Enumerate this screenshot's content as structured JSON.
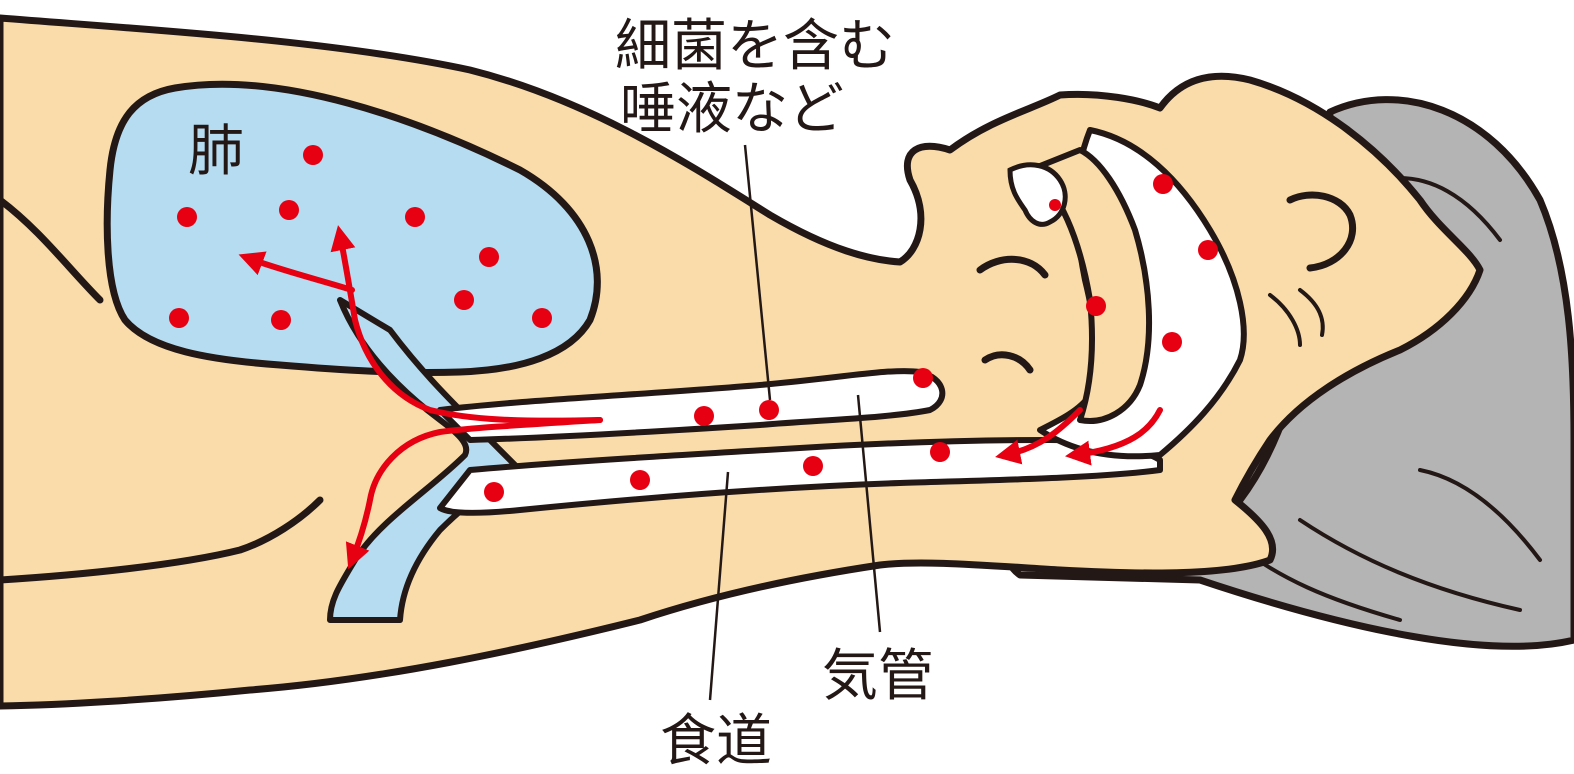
{
  "labels": {
    "lung": "肺",
    "saliva_line1": "細菌を含む",
    "saliva_line2": "唾液など",
    "trachea": "気管",
    "esophagus": "食道"
  },
  "colors": {
    "skin": "#f9dcaa",
    "lung": "#b6dcf1",
    "hair": "#b4b4b4",
    "outline": "#231815",
    "bacteria": "#e60012",
    "passage": "#ffffff"
  },
  "icons": {
    "bacteria": "red-dot",
    "flow": "red-arrow"
  }
}
